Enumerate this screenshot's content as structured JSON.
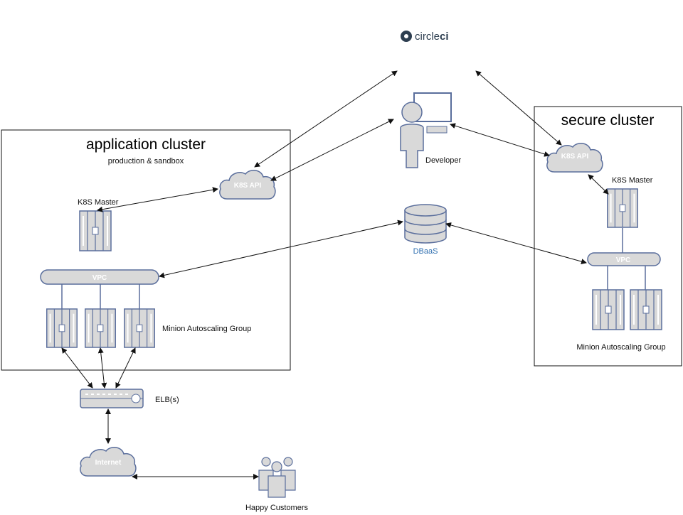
{
  "logo": {
    "text_a": "circle",
    "text_b": "ci"
  },
  "app_cluster": {
    "title": "application cluster",
    "subtitle": "production & sandbox"
  },
  "secure_cluster": {
    "title": "secure cluster"
  },
  "labels": {
    "k8s_master": "K8S Master",
    "k8s_api": "K8S API",
    "vpc": "VPC",
    "minion_group": "Minion Autoscaling Group",
    "developer": "Developer",
    "dbaas": "DBaaS",
    "elb": "ELB(s)",
    "internet": "Internet",
    "customers": "Happy Customers"
  },
  "colors": {
    "node_fill": "#d9d9d9",
    "node_stroke": "#5a6e9c",
    "accent_blue": "#2f6fb0",
    "logo_dark": "#2d3e50"
  }
}
